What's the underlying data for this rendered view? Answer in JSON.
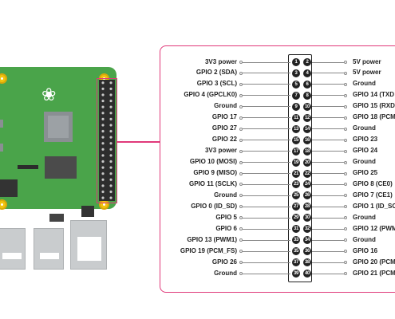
{
  "left_labels": [
    "3V3 power",
    "GPIO 2 (SDA)",
    "GPIO 3 (SCL)",
    "GPIO 4 (GPCLK0)",
    "Ground",
    "GPIO 17",
    "GPIO 27",
    "GPIO 22",
    "3V3 power",
    "GPIO 10 (MOSI)",
    "GPIO 9 (MISO)",
    "GPIO 11 (SCLK)",
    "Ground",
    "GPIO 0 (ID_SD)",
    "GPIO 5",
    "GPIO 6",
    "GPIO 13 (PWM1)",
    "GPIO 19 (PCM_FS)",
    "GPIO 26",
    "Ground"
  ],
  "right_labels": [
    "5V power",
    "5V power",
    "Ground",
    "GPIO 14 (TXD",
    "GPIO 15 (RXD",
    "GPIO 18 (PCM",
    "Ground",
    "GPIO 23",
    "GPIO 24",
    "Ground",
    "GPIO 25",
    "GPIO 8 (CE0)",
    "GPIO 7 (CE1)",
    "GPIO 1 (ID_SC",
    "Ground",
    "GPIO 12 (PWM",
    "Ground",
    "GPIO 16",
    "GPIO 20 (PCM",
    "GPIO 21 (PCM"
  ],
  "pin_numbers": [
    "1",
    "2",
    "3",
    "4",
    "5",
    "6",
    "7",
    "8",
    "9",
    "10",
    "11",
    "12",
    "13",
    "14",
    "15",
    "16",
    "17",
    "18",
    "19",
    "20",
    "21",
    "22",
    "23",
    "24",
    "25",
    "26",
    "27",
    "28",
    "29",
    "30",
    "31",
    "32",
    "33",
    "34",
    "35",
    "36",
    "37",
    "38",
    "39",
    "40"
  ],
  "colors": {
    "board": "#4aa44a",
    "highlight": "#e0397a",
    "mounting_hole": "#f1c40f",
    "pin": "#222222"
  }
}
